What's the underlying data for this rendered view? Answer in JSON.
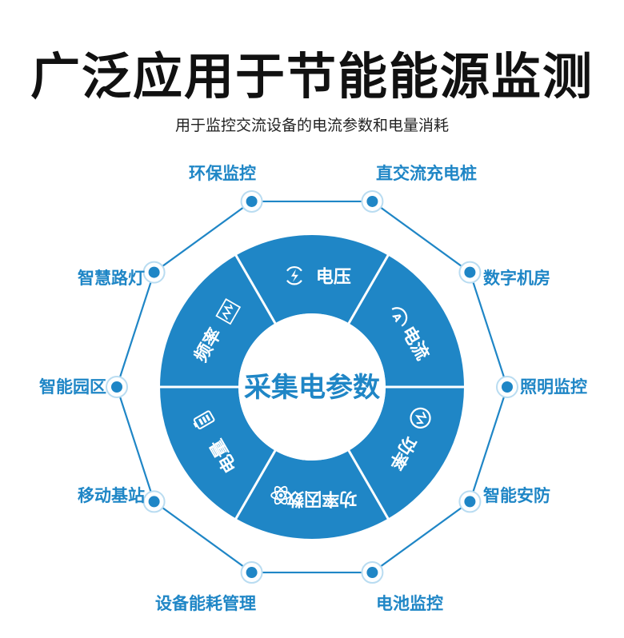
{
  "title": "广泛应用于节能能源监测",
  "subtitle": "用于监控交流设备的电流参数和电量消耗",
  "colors": {
    "ring": "#1f86c6",
    "center_text": "#1f86c6",
    "label_text": "#1f86c6",
    "node": "#1f86c6",
    "title": "#111111"
  },
  "center_label": "采集电参数",
  "segments": [
    {
      "label": "电压",
      "icon": "lightning-cycle-icon"
    },
    {
      "label": "电流",
      "icon": "ammeter-icon"
    },
    {
      "label": "功率",
      "icon": "wave-circle-icon"
    },
    {
      "label": "功率因数",
      "icon": "atom-icon"
    },
    {
      "label": "电量",
      "icon": "battery-icon"
    },
    {
      "label": "频率",
      "icon": "waveform-icon"
    }
  ],
  "applications": [
    {
      "label": "环保监控"
    },
    {
      "label": "直交流充电桩"
    },
    {
      "label": "数字机房"
    },
    {
      "label": "照明监控"
    },
    {
      "label": "智能安防"
    },
    {
      "label": "电池监控"
    },
    {
      "label": "设备能耗管理"
    },
    {
      "label": "移动基站"
    },
    {
      "label": "智能园区"
    },
    {
      "label": "智慧路灯"
    }
  ]
}
